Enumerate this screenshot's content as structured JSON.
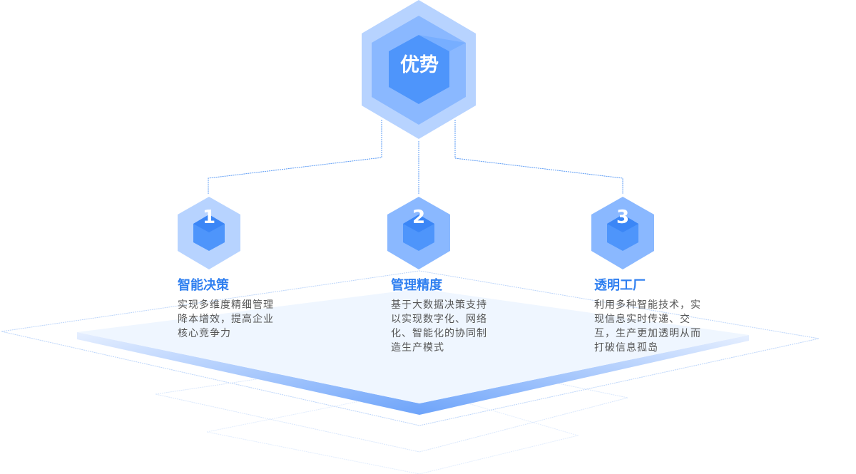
{
  "diagram": {
    "center": {
      "label": "优势"
    },
    "items": [
      {
        "number": "1",
        "title": "智能决策",
        "description": [
          "实现多维度精细管理",
          "降本增效，提高企业",
          "核心竞争力"
        ]
      },
      {
        "number": "2",
        "title": "管理精度",
        "description": [
          "基于大数据决策支持",
          "以实现数字化、网络",
          "化、智能化的协同制",
          "造生产模式"
        ]
      },
      {
        "number": "3",
        "title": "透明工厂",
        "description": [
          "利用多种智能技术，实",
          "现信息实时传递、交",
          "互，生产更加透明从而",
          "打破信息孤岛"
        ]
      }
    ],
    "colors": {
      "accent": "#2f7ff0",
      "hex_outer": "#b7d3ff",
      "hex_mid": "#8ab8ff",
      "hex_inner": "#4e95fb",
      "platform": "#eff6ff",
      "connector": "#5b9bf5"
    }
  }
}
